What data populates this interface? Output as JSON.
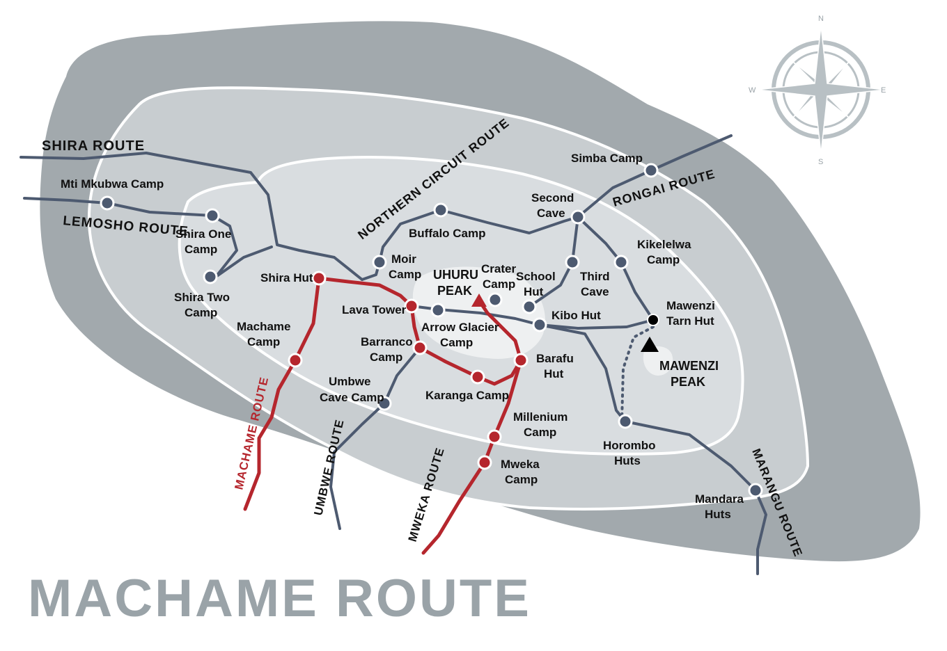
{
  "title": "MACHAME ROUTE",
  "colors": {
    "outer_zone": "#a2a9ad",
    "middle_zone": "#c8cdd0",
    "inner_zone": "#d9dde0",
    "summit_zone": "#eceef0",
    "zone_border": "#ffffff",
    "trail": "#4d5a70",
    "highlight_route": "#b5262d",
    "title": "#9aa3a8"
  },
  "compass": {
    "n": "N",
    "s": "S",
    "e": "E",
    "w": "W"
  },
  "routes": {
    "shira": "SHIRA ROUTE",
    "lemosho": "LEMOSHO ROUTE",
    "northern_circuit": "NORTHERN CIRCUIT ROUTE",
    "rongai": "RONGAI ROUTE",
    "machame": "MACHAME ROUTE",
    "umbwe": "UMBWE ROUTE",
    "mweka": "MWEKA ROUTE",
    "marangu": "MARANGU ROUTE"
  },
  "places": {
    "mti_mkubwa": "Mti Mkubwa Camp",
    "shira_one_1": "Shira One",
    "shira_one_2": "Camp",
    "shira_two_1": "Shira Two",
    "shira_two_2": "Camp",
    "shira_hut": "Shira Hut",
    "machame_camp_1": "Machame",
    "machame_camp_2": "Camp",
    "buffalo": "Buffalo Camp",
    "moir_1": "Moir",
    "moir_2": "Camp",
    "uhuru_1": "UHURU",
    "uhuru_2": "PEAK",
    "crater_1": "Crater",
    "crater_2": "Camp",
    "school_1": "School",
    "school_2": "Hut",
    "lava_tower": "Lava Tower",
    "arrow_glacier_1": "Arrow Glacier",
    "arrow_glacier_2": "Camp",
    "barranco_1": "Barranco",
    "barranco_2": "Camp",
    "umbwe_cave_1": "Umbwe",
    "umbwe_cave_2": "Cave Camp",
    "karanga": "Karanga Camp",
    "barafu_1": "Barafu",
    "barafu_2": "Hut",
    "millenium_1": "Millenium",
    "millenium_2": "Camp",
    "mweka_camp_1": "Mweka",
    "mweka_camp_2": "Camp",
    "simba": "Simba Camp",
    "second_cave_1": "Second",
    "second_cave_2": "Cave",
    "third_cave_1": "Third",
    "third_cave_2": "Cave",
    "kikelelwa_1": "Kikelelwa",
    "kikelelwa_2": "Camp",
    "kibo_hut": "Kibo Hut",
    "mawenzi_tarn_1": "Mawenzi",
    "mawenzi_tarn_2": "Tarn Hut",
    "mawenzi_peak_1": "MAWENZI",
    "mawenzi_peak_2": "PEAK",
    "horombo_1": "Horombo",
    "horombo_2": "Huts",
    "mandara_1": "Mandara",
    "mandara_2": "Huts"
  }
}
